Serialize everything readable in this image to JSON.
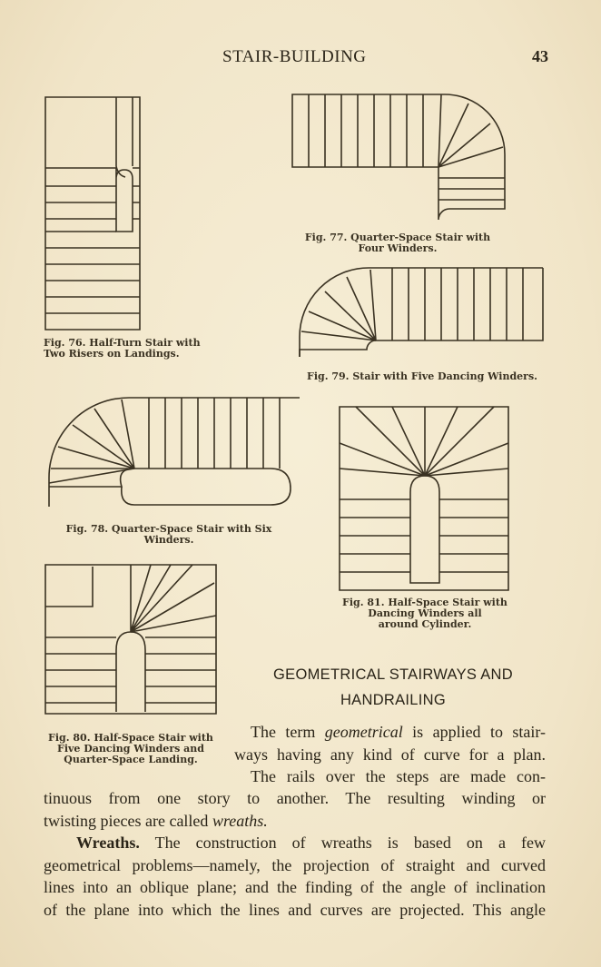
{
  "header": {
    "title": "STAIR-BUILDING",
    "page_number": "43"
  },
  "figures": [
    {
      "id": "76",
      "caption_line1": "Fig. 76. Half-Turn Stair with",
      "caption_line2": "Two Risers on Landings."
    },
    {
      "id": "77",
      "caption_line1": "Fig. 77. Quarter-Space Stair with",
      "caption_line2": "Four Winders."
    },
    {
      "id": "79",
      "caption_line1": "Fig. 79. Stair with Five Dancing Winders."
    },
    {
      "id": "78",
      "caption_line1": "Fig. 78. Quarter-Space Stair with Six",
      "caption_line2": "Winders."
    },
    {
      "id": "81",
      "caption_line1": "Fig. 81. Half-Space Stair with",
      "caption_line2": "Dancing Winders all",
      "caption_line3": "around Cylinder."
    },
    {
      "id": "80",
      "caption_line1": "Fig. 80. Half-Space Stair with",
      "caption_line2": "Five Dancing Winders and",
      "caption_line3": "Quarter-Space Landing."
    }
  ],
  "section": {
    "heading_line1": "GEOMETRICAL STAIRWAYS AND",
    "heading_line2": "HANDRAILING"
  },
  "paragraph1": {
    "l1a": "The term ",
    "l1_term": "geometrical",
    "l1b": " is applied to stair-",
    "l2": "ways having any kind of curve for a plan.",
    "l3": "The rails over the steps are made con-",
    "l4": "tinuous from one story to another. The resulting winding or",
    "l5a": "twisting pieces are called ",
    "l5_term": "wreaths."
  },
  "paragraph2": {
    "runin": "Wreaths.",
    "l1": " The construction of wreaths is based on a few",
    "l2": "geometrical problems—namely, the projection of straight and curved",
    "l3": "lines into an oblique plane; and the finding of the angle of inclination",
    "l4": "of the plane into which the lines and curves are projected. This angle"
  }
}
